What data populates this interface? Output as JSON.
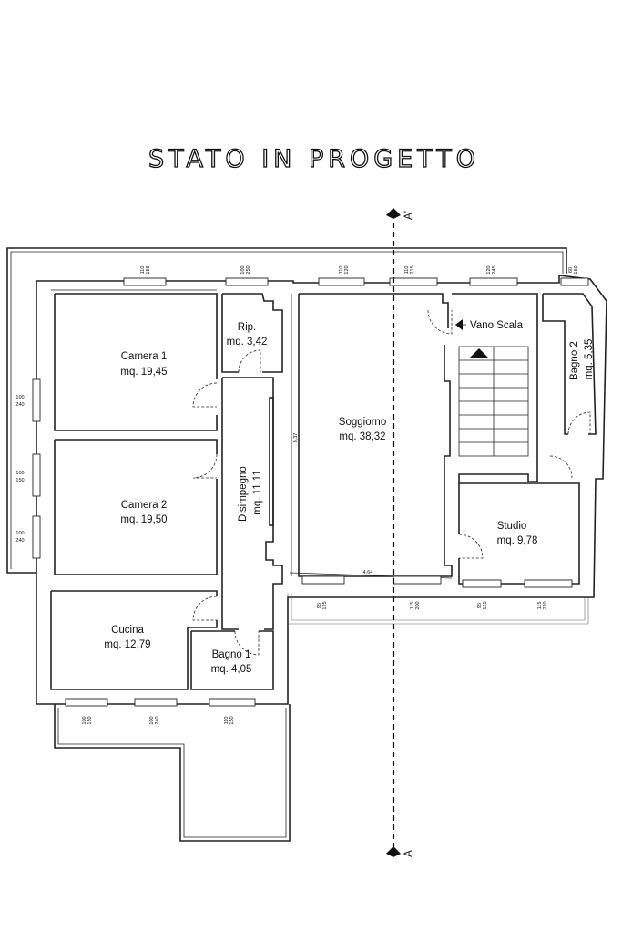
{
  "title": "STATO IN PROGETTO",
  "section_markers": {
    "top": "A'",
    "bottom": "A"
  },
  "rooms": {
    "camera1": {
      "name": "Camera 1",
      "area": "mq. 19,45"
    },
    "camera2": {
      "name": "Camera 2",
      "area": "mq. 19,50"
    },
    "cucina": {
      "name": "Cucina",
      "area": "mq. 12,79"
    },
    "rip": {
      "name": "Rip.",
      "area": "mq. 3,42"
    },
    "disimpegno": {
      "name": "Disimpegno",
      "area": "mq. 11,11"
    },
    "bagno1": {
      "name": "Bagno 1",
      "area": "mq. 4,05"
    },
    "soggiorno": {
      "name": "Soggiorno",
      "area": "mq. 38,32"
    },
    "vano_scala": {
      "name": "Vano Scala"
    },
    "bagno2": {
      "name": "Bagno 2",
      "area": "mq. 5,35"
    },
    "studio": {
      "name": "Studio",
      "area": "mq. 9,78"
    }
  },
  "dimensions": {
    "soggiorno_width": "4,64",
    "soggiorno_height": "8,37"
  },
  "windows": {
    "top_camera1": {
      "w": "110",
      "h": "156"
    },
    "top_rip": {
      "w": "100",
      "h": "250"
    },
    "top_soggiorno_left": {
      "w": "110",
      "h": "120"
    },
    "top_soggiorno_right": {
      "w": "110",
      "h": "215"
    },
    "top_scala": {
      "w": "120",
      "h": "245"
    },
    "top_bagno2": {
      "w": "60",
      "h": "150"
    },
    "left_camera1": {
      "w": "100",
      "h": "240"
    },
    "left_camera2": {
      "w": "100",
      "h": "150"
    },
    "left_camera2_low": {
      "w": "100",
      "h": "240"
    },
    "bottom_cucina_left": {
      "w": "100",
      "h": "150"
    },
    "bottom_cucina_right": {
      "w": "100",
      "h": "240"
    },
    "bottom_bagno1": {
      "w": "110",
      "h": "150"
    },
    "bottom_soggiorno_left": {
      "w": "95",
      "h": "125"
    },
    "bottom_soggiorno_right": {
      "w": "115",
      "h": "200"
    },
    "bottom_studio_left": {
      "w": "95",
      "h": "125"
    },
    "bottom_studio_right": {
      "w": "115",
      "h": "220"
    }
  }
}
